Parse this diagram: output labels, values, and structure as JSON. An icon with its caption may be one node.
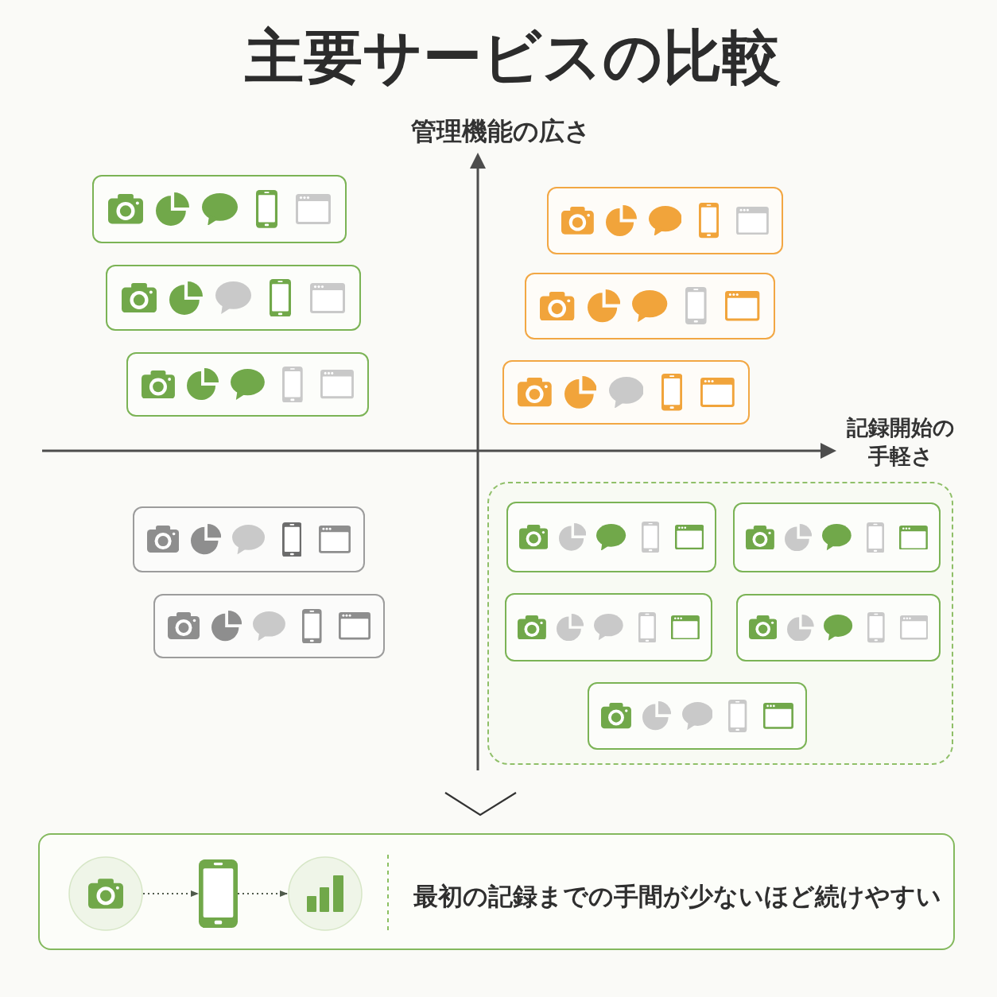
{
  "diagram": {
    "title": "主要サービスの比較",
    "nodes": [
      {
        "text": [],
        "shape": "box"
      },
      {
        "text": [],
        "shape": "box"
      },
      {
        "text": [],
        "shape": "box"
      },
      {
        "text": [],
        "shape": "box"
      },
      {
        "text": [],
        "shape": "box"
      },
      {
        "text": [],
        "shape": "box"
      },
      {
        "text": [],
        "shape": "box"
      },
      {
        "text": [],
        "shape": "box"
      },
      {
        "text": [],
        "shape": "box"
      },
      {
        "text": [],
        "shape": "box",
        "in": 8
      },
      {
        "text": [],
        "shape": "box",
        "in": 8
      },
      {
        "text": [],
        "shape": "box",
        "in": 8
      },
      {
        "text": [],
        "shape": "box",
        "in": 8
      },
      {
        "text": [],
        "shape": "box",
        "in": 8
      },
      {
        "text": [
          "最初の記録までの手間が少ないほど続けやすい"
        ]
      },
      {
        "text": [],
        "shape": "circle",
        "in": 14
      },
      {
        "text": [],
        "shape": "picture",
        "in": 14
      },
      {
        "text": [],
        "shape": "circle",
        "in": 14
      }
    ],
    "edges": [
      {
        "from": 15,
        "to": 16,
        "arrow": "to",
        "style": "dashed"
      },
      {
        "from": 16,
        "to": 17,
        "arrow": "to",
        "style": "dashed"
      }
    ],
    "labels": [
      "管理機能の広さ",
      "記録開始の手軽さ"
    ]
  }
}
